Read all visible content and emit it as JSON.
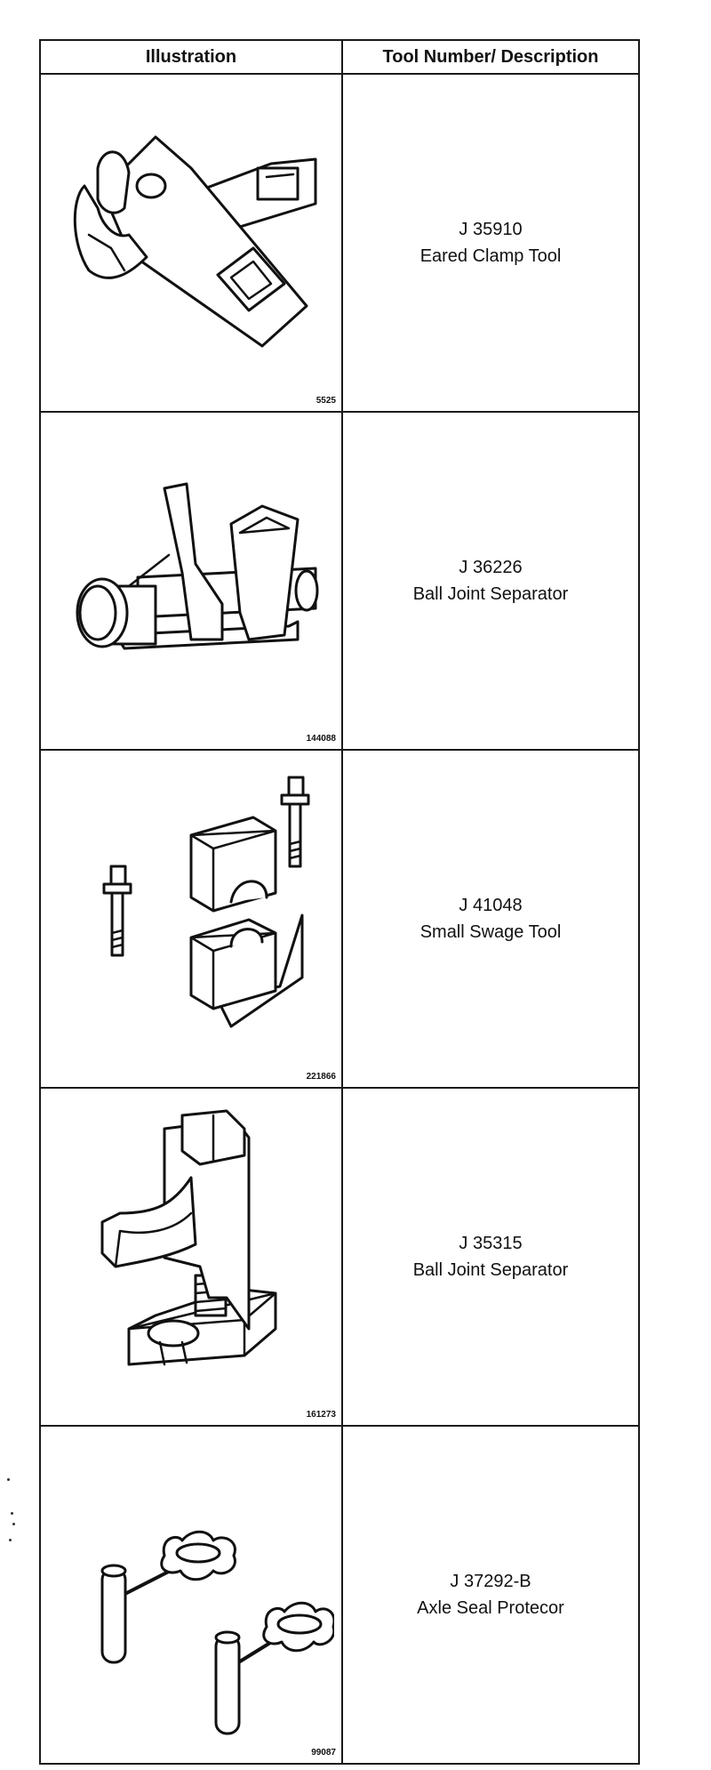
{
  "table": {
    "headers": {
      "illustration": "Illustration",
      "tool": "Tool Number/ Description"
    },
    "rows": [
      {
        "figure_number": "5525",
        "tool_number": "J 35910",
        "description": "Eared Clamp Tool",
        "icon": "eared-clamp-tool"
      },
      {
        "figure_number": "144088",
        "tool_number": "J 36226",
        "description": "Ball Joint Separator",
        "icon": "ball-joint-separator"
      },
      {
        "figure_number": "221866",
        "tool_number": "J 41048",
        "description": "Small Swage Tool",
        "icon": "small-swage-tool"
      },
      {
        "figure_number": "161273",
        "tool_number": "J 35315",
        "description": "Ball Joint Separator",
        "icon": "ball-joint-separator-yoke"
      },
      {
        "figure_number": "99087",
        "tool_number": "J 37292-B",
        "description": "Axle Seal Protecor",
        "icon": "axle-seal-protector"
      }
    ]
  }
}
